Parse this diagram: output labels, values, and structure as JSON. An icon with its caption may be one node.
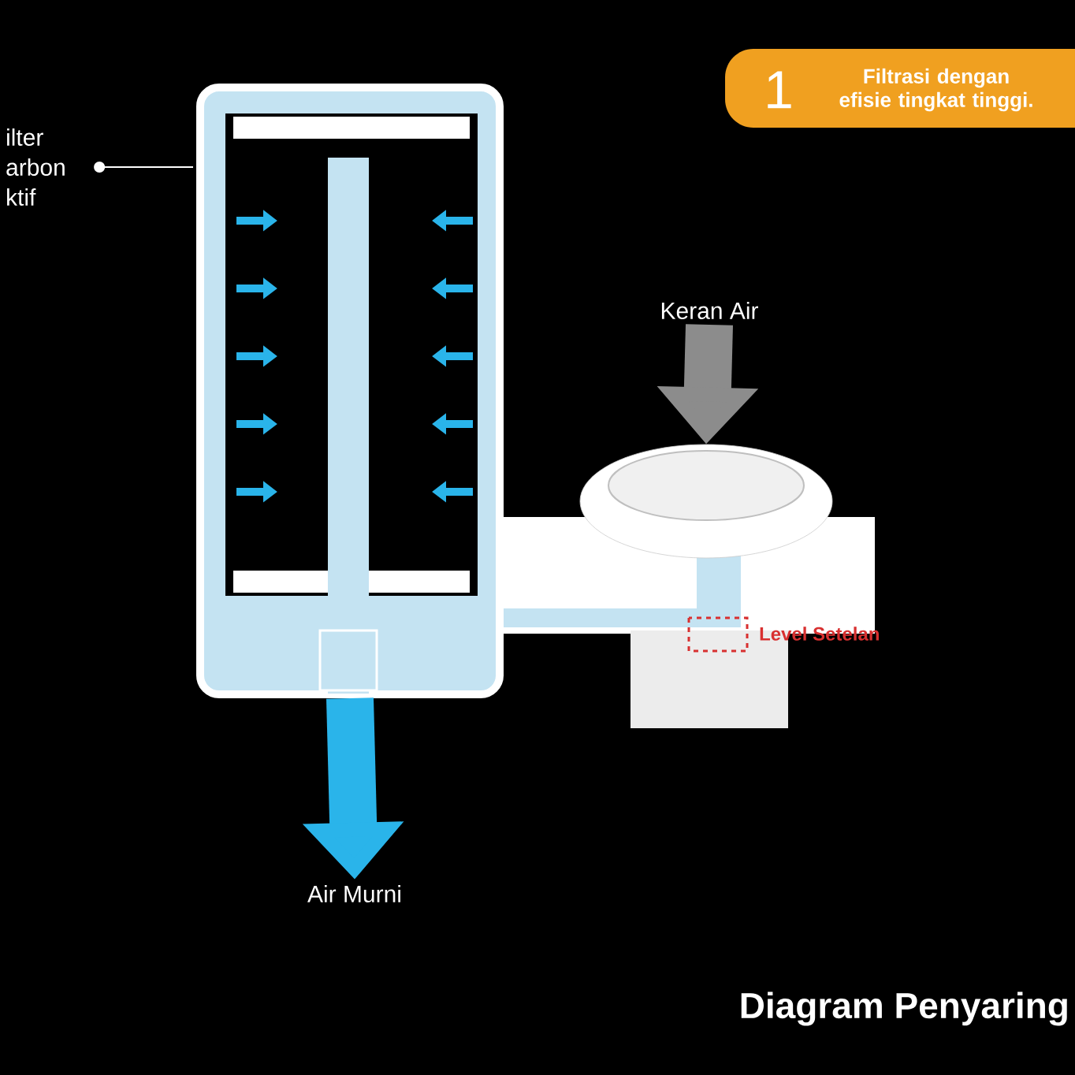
{
  "diagram": {
    "title": "Diagram Penyaring",
    "nodes": [
      {
        "text": [
          "ilter arbon ktif"
        ]
      },
      {
        "text": [],
        "shape": "picture"
      },
      {
        "text": [
          "Keran Air"
        ]
      },
      {
        "text": [],
        "shape": "picture"
      },
      {
        "text": [
          "Air Murni"
        ]
      },
      {
        "text": [
          "1",
          "Filtrasi dengan efisie tingkat tinggi."
        ]
      }
    ],
    "edges": [
      {
        "from": 0,
        "to": 1,
        "arrow": "other"
      },
      {
        "from": 2,
        "to": 3,
        "arrow": "to",
        "color": "#8c8c8c"
      },
      {
        "from": 1,
        "to": 4,
        "arrow": "to",
        "color": "#2ab4ea"
      }
    ],
    "labels": [
      "Level Setelan"
    ]
  }
}
